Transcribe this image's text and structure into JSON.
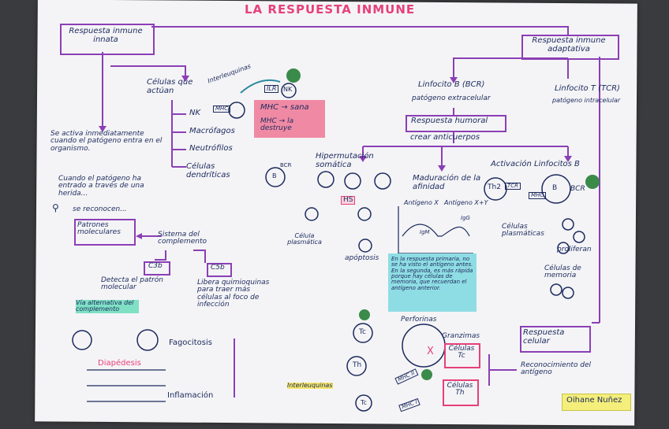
{
  "title": "LA RESPUESTA INMUNE",
  "innata": {
    "heading": "Respuesta inmune innata",
    "cells_title": "Células que actúan",
    "cells": [
      "NK",
      "Macrófagos",
      "Neutrófilos",
      "Células dendríticas"
    ],
    "interleuquinas": "Interleuquinas",
    "nk": "NK",
    "ilr": "ILR",
    "mhc": "MHC",
    "mhc_sana": "MHC → sana",
    "mhc_destruye": "MHC → la destruye",
    "activa": "Se activa inmediatamente cuando el patógeno entra en el organismo.",
    "herida": "Cuando el patógeno ha entrado a través de una herida...",
    "reconocen": "se reconocen...",
    "patrones": "Patrones moleculares",
    "complemento": "Sistema del complemento",
    "c3b": "C3b",
    "c5b": "C5b",
    "detecta": "Detecta el patrón molecular",
    "libera": "Libera quimioquinas para traer más células al foco de infección",
    "via_alternativa": "Vía alternativa del complemento",
    "fagocitosis": "Fagocitosis",
    "inflamacion": "Inflamación",
    "diapedesis": "Diapédesis"
  },
  "adaptativa": {
    "heading": "Respuesta inmune adaptativa",
    "linfocito_b": "Linfocito B (BCR)",
    "patogeno_extra": "patógeno extracelular",
    "linfocito_t": "Linfocito T (TCR)",
    "patogeno_intra": "patógeno intracelular",
    "humoral": "Respuesta humoral",
    "crear": "crear anticuerpos",
    "hipermutacion": "Hipermutación somática",
    "maduracion": "Maduración de la afinidad",
    "activacion_b": "Activación Linfocitos B",
    "bcr": "BCR",
    "b": "B",
    "hs": "HS",
    "celula_plasmatica": "Célula plasmática",
    "apoptosis": "apóptosis",
    "antigeno_x": "Antígeno X",
    "antigeno_xy": "Antígeno X+Y",
    "igm": "IgM",
    "igg": "IgG",
    "info_box": "En la respuesta primaria, no se ha visto el antígeno antes. En la segunda, es más rápida porque hay células de memoria, que recuerdan el antígeno anterior.",
    "th2": "Th2",
    "tcr": "TCR",
    "mhc2": "MHC",
    "celulas_plasmaticas": "Células plasmáticas",
    "proliferan": "proliferan",
    "celulas_memoria": "Células de memoria",
    "perforinas": "Perforinas",
    "granzimas": "Granzimas",
    "celulas_tc": "Células Tc",
    "celulas_th": "Células Th",
    "celular": "Respuesta celular",
    "reconocimiento": "Reconocimiento del antígeno",
    "tc": "Tc",
    "th": "Th",
    "mhc_i": "MHC I",
    "mhc_ii": "MHC II",
    "interleuquinas": "Interleuquinas",
    "x_mark": "X"
  },
  "signature": "Oihane Nuñez",
  "colors": {
    "ink": "#1c2a5e",
    "purple": "#8b3fb5",
    "pink": "#f08aa4",
    "cyan": "#8fdde4",
    "title": "#e6407a",
    "green": "#3a8a4a"
  }
}
